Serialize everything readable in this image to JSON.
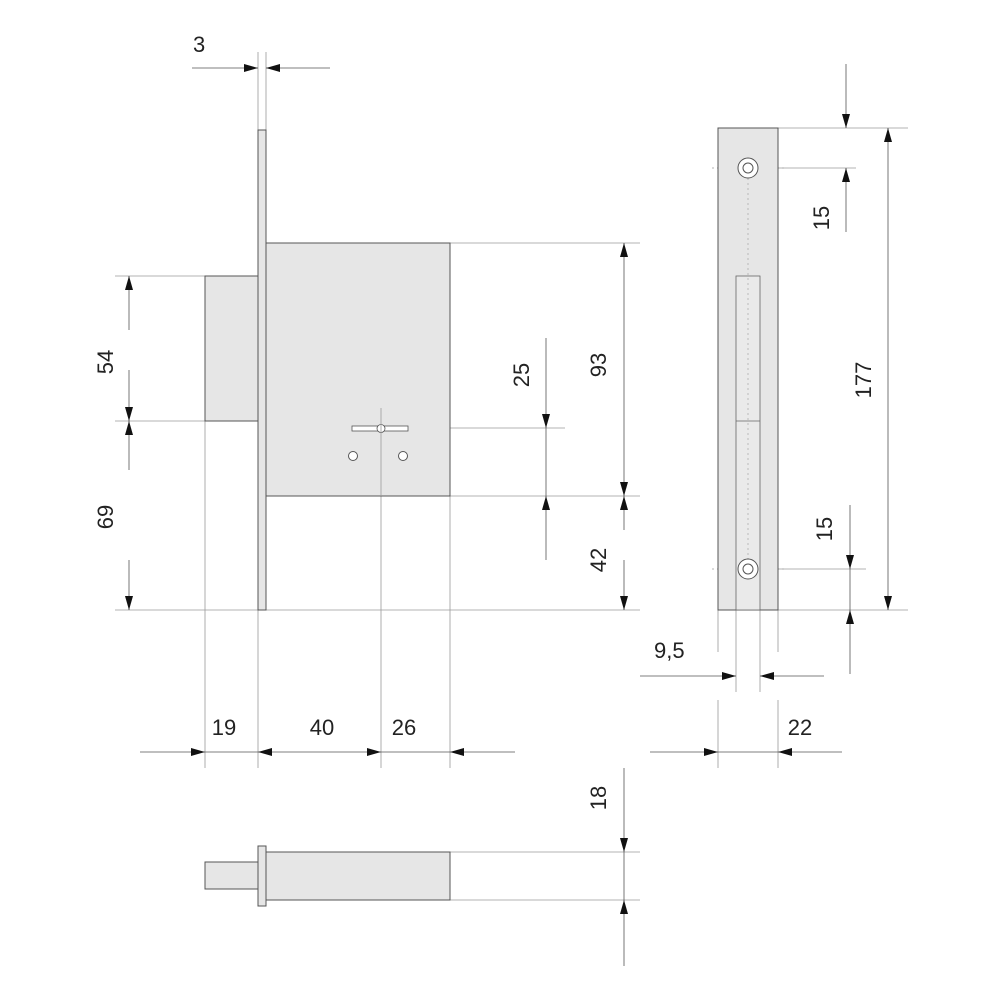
{
  "colors": {
    "part_fill": "#e6e6e6",
    "outline": "#555555",
    "dimension_lines": "#9a9a9a",
    "arrows": "#111111",
    "background": "#ffffff"
  },
  "dimensions": {
    "faceplate_thickness": "3",
    "bolt_height": "54",
    "bolt_to_bottom": "69",
    "keyhole_to_case_bottom": "25",
    "case_height": "93",
    "case_bottom_to_plate_bottom": "42",
    "bolt_projection": "19",
    "backset": "40",
    "keyhole_to_case_back": "26",
    "strike_hole_top_offset": "15",
    "strike_total_height": "177",
    "strike_hole_bottom_offset": "15",
    "strike_slot_width": "9,5",
    "strike_width": "22",
    "case_depth": "18"
  }
}
